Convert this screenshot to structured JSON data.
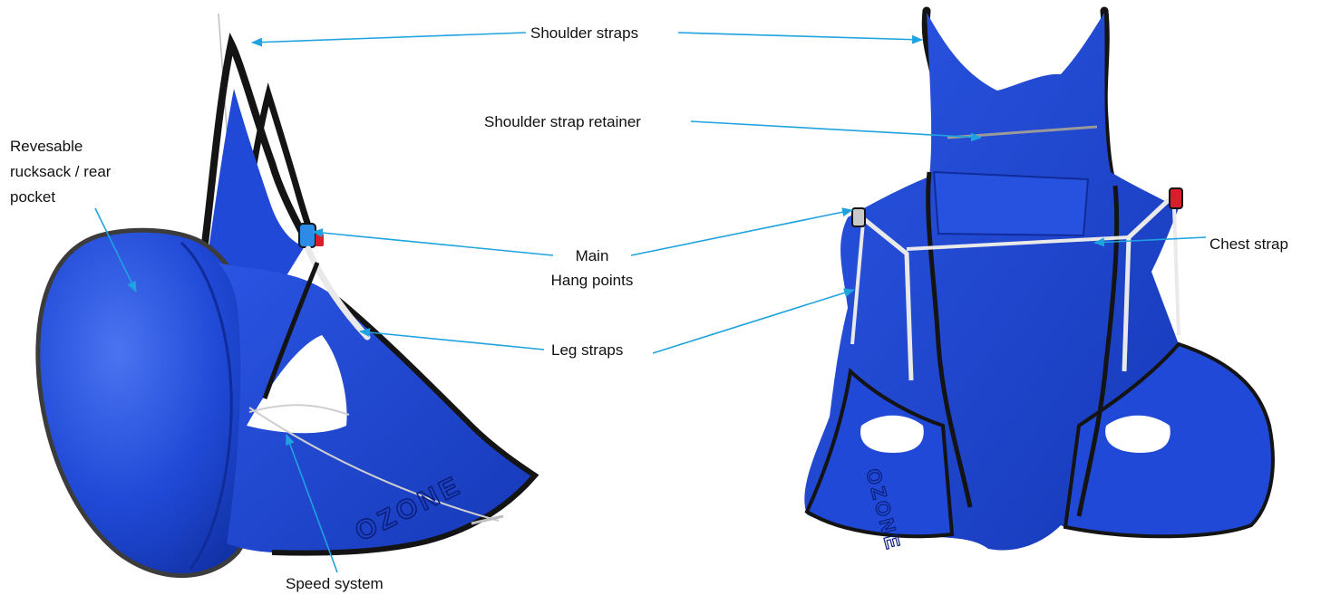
{
  "colors": {
    "harness_blue": "#1f49d6",
    "harness_blue_dark": "#1232a8",
    "harness_blue_light": "#4a74f0",
    "trim": "#141414",
    "leader_line": "#1fa3e0",
    "buckle_red": "#d81e2a",
    "rope": "#e9e9e9"
  },
  "labels": {
    "shoulder_straps": "Shoulder straps",
    "shoulder_strap_retainer": "Shoulder strap retainer",
    "rucksack_line1": "Revesable",
    "rucksack_line2": "rucksack / rear",
    "rucksack_line3": "pocket",
    "main_hang_line1": "Main",
    "main_hang_line2": "Hang points",
    "leg_straps": "Leg straps",
    "chest_strap": "Chest strap",
    "speed_system": "Speed system"
  },
  "brand": "OZONE"
}
